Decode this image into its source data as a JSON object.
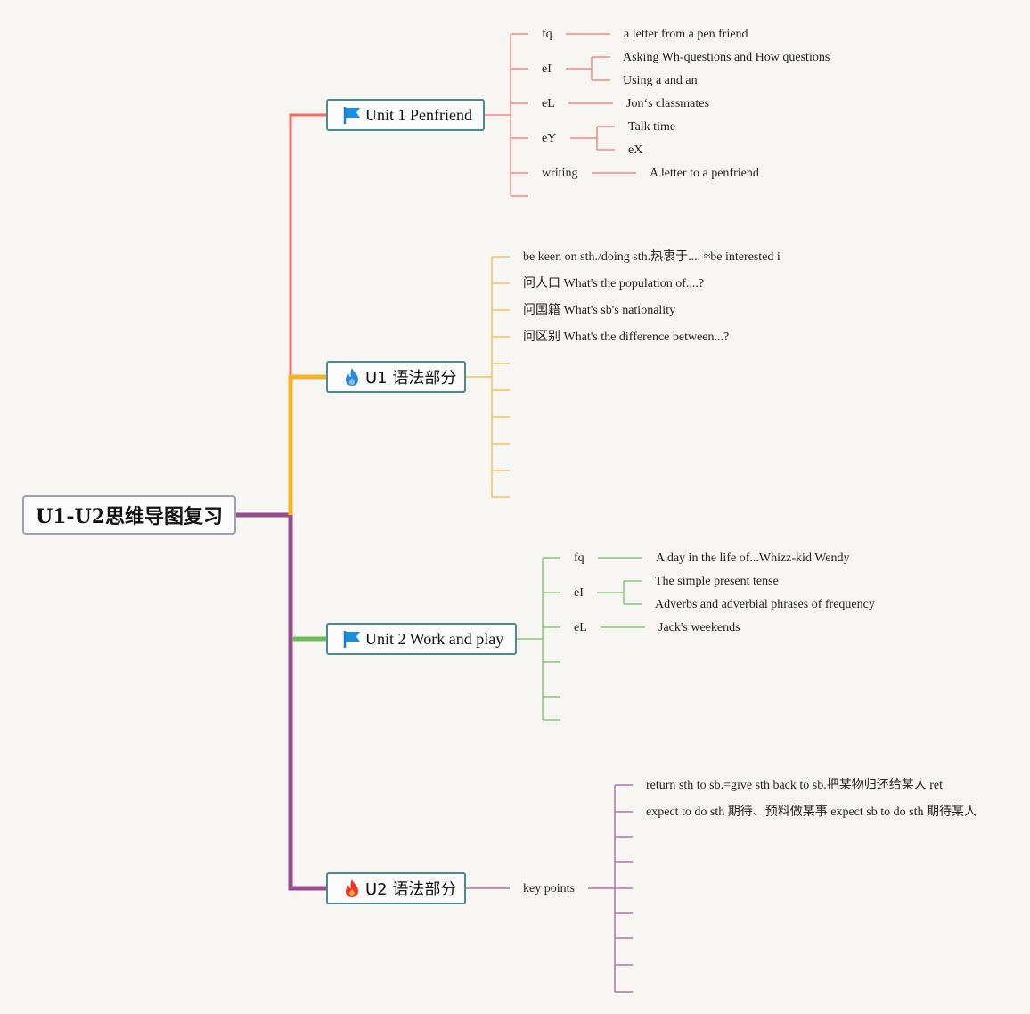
{
  "root": {
    "title": "U1-U2思维导图复习"
  },
  "topics": {
    "unit1": {
      "label": "Unit 1 Penfriend",
      "icon": "flag-icon",
      "color": "#ef6e66"
    },
    "u1grammar": {
      "label": "U1 语法部分",
      "icon": "fire-icon",
      "color": "#f5b324"
    },
    "unit2": {
      "label": "Unit 2 Work and play",
      "icon": "flag-icon",
      "color": "#6bbf59"
    },
    "u2grammar": {
      "label": "U2 语法部分",
      "icon": "fire-icon",
      "color": "#994c8c"
    }
  },
  "unit1": {
    "fq": {
      "label": "fq",
      "child": "a letter from a pen friend"
    },
    "ei": {
      "label": "eI",
      "children": [
        "Asking Wh-questions and How questions",
        "Using a and an"
      ]
    },
    "el": {
      "label": "eL",
      "child": "Jon‘s classmates"
    },
    "ey": {
      "label": "eY",
      "children": [
        "Talk time",
        "eX"
      ]
    },
    "writing": {
      "label": "writing",
      "child": "A letter to a penfriend"
    }
  },
  "u1grammar": {
    "items": [
      "be keen on sth./doing sth.热衷于.... ≈be interested i",
      "问人口 What's the population of....?",
      "问国籍 What's sb's nationality",
      "问区别 What's the difference between...?"
    ]
  },
  "unit2": {
    "fq": {
      "label": "fq",
      "child": "A day in the life of...Whizz-kid Wendy"
    },
    "ei": {
      "label": "eI",
      "children": [
        "The simple present tense",
        "Adverbs and adverbial phrases of frequency"
      ]
    },
    "el": {
      "label": "eL",
      "child": "Jack's weekends"
    }
  },
  "u2grammar": {
    "keypoints": "key points",
    "items": [
      "return sth to sb.=give sth back to sb.把某物归还给某人 ret",
      "expect to do sth 期待、预料做某事 expect sb to do sth 期待某人"
    ]
  }
}
